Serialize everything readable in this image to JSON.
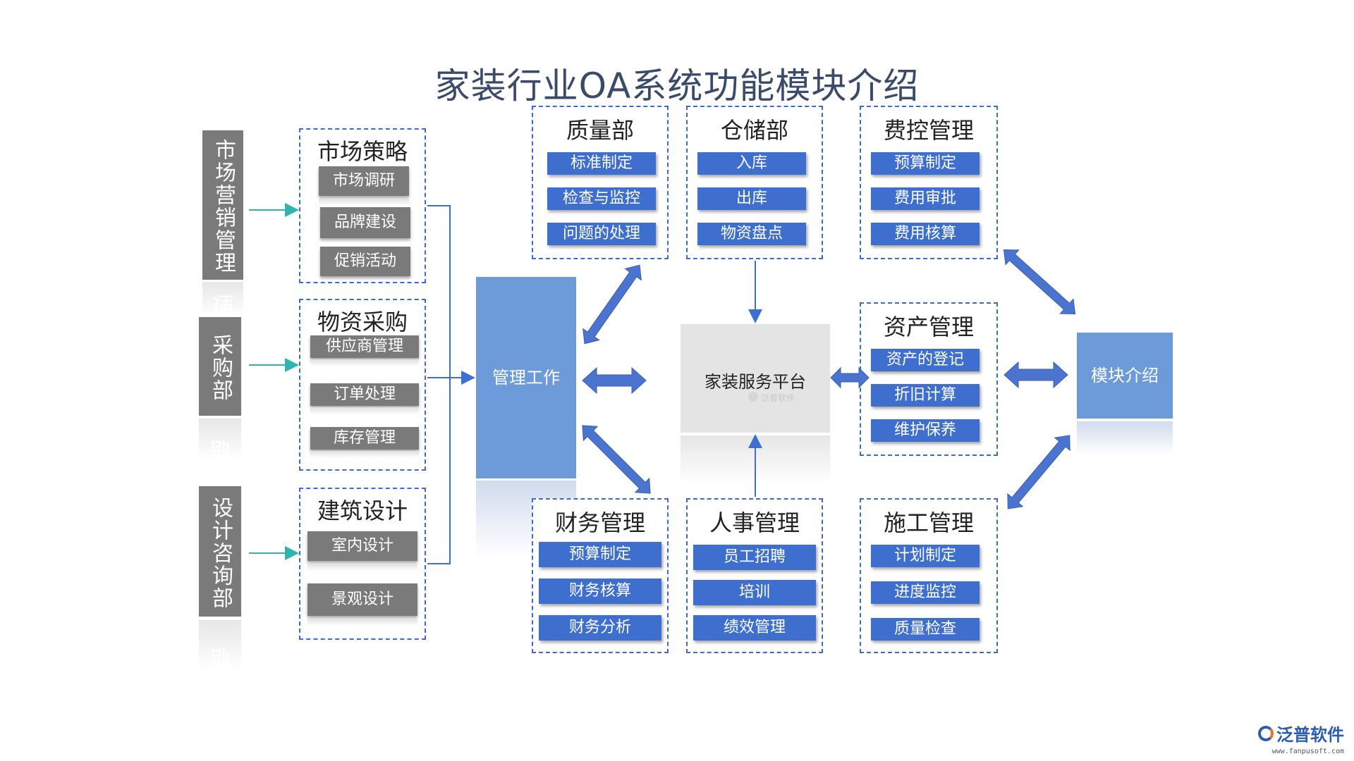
{
  "title": "家装行业OA系统功能模块介绍",
  "departments": [
    {
      "label": "市场营销管理",
      "reflect": "理"
    },
    {
      "label": "采购部",
      "reflect": "部"
    },
    {
      "label": "设计咨询部",
      "reflect": "部"
    }
  ],
  "left_boxes": [
    {
      "title": "市场策略",
      "items": [
        "市场调研",
        "品牌建设",
        "促销活动"
      ]
    },
    {
      "title": "物资采购",
      "items": [
        "供应商管理",
        "订单处理",
        "库存管理"
      ]
    },
    {
      "title": "建筑设计",
      "items": [
        "室内设计",
        "景观设计"
      ]
    }
  ],
  "center": {
    "management": "管理工作",
    "platform": "家装服务平台",
    "platform_watermark": "泛普软件",
    "module": "模块介绍"
  },
  "top_boxes": [
    {
      "title": "质量部",
      "items": [
        "标准制定",
        "检查与监控",
        "问题的处理"
      ]
    },
    {
      "title": "仓储部",
      "items": [
        "入库",
        "出库",
        "物资盘点"
      ]
    },
    {
      "title": "费控管理",
      "items": [
        "预算制定",
        "费用审批",
        "费用核算"
      ]
    }
  ],
  "right_mid_box": {
    "title": "资产管理",
    "items": [
      "资产的登记",
      "折旧计算",
      "维护保养"
    ]
  },
  "bottom_boxes": [
    {
      "title": "财务管理",
      "items": [
        "预算制定",
        "财务核算",
        "财务分析"
      ]
    },
    {
      "title": "人事管理",
      "items": [
        "员工招聘",
        "培训",
        "绩效管理"
      ]
    },
    {
      "title": "施工管理",
      "items": [
        "计划制定",
        "进度监控",
        "质量检查"
      ]
    }
  ],
  "footer": {
    "logo": "泛普软件",
    "url": "www.fanpusoft.com"
  },
  "colors": {
    "blue": "#3e6fcf",
    "gray": "#7a7a7a",
    "teal": "#2fb5b0",
    "light_blue": "#6d9bd9"
  }
}
